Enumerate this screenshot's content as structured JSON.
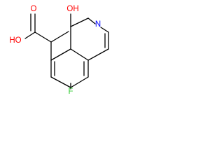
{
  "molecule": {
    "labels": {
      "hydroxyl": "OH",
      "acid_hydroxyl": "HO",
      "carbonyl_oxygen": "O",
      "ring_nitrogen": "N",
      "fluorine": "F"
    },
    "colors": {
      "hydroxyl": "#ff0000",
      "acid_hydroxyl": "#ff0000",
      "carbonyl_oxygen": "#ff0000",
      "ring_nitrogen": "#0000ff",
      "fluorine": "#33cc33",
      "bond": "#000000"
    }
  }
}
